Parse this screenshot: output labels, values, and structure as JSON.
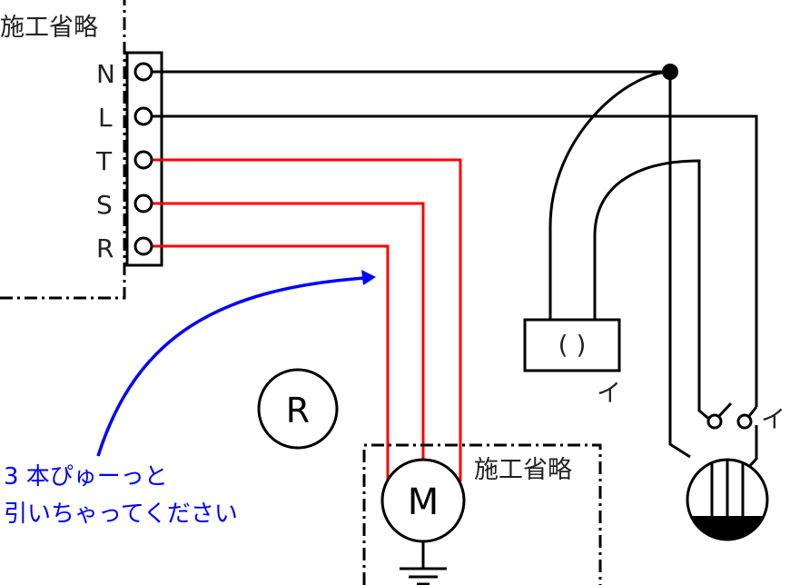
{
  "labels": {
    "omit_top": "施工省略",
    "omit_bottom": "施工省略",
    "terminal_n": "N",
    "terminal_l": "L",
    "terminal_t": "T",
    "terminal_s": "S",
    "terminal_r": "R",
    "box_symbol": "(   )",
    "box_tag": "イ",
    "switch_tag": "イ",
    "relay_symbol": "R",
    "motor_symbol": "M",
    "note_line1": "3 本ぴゅーっと",
    "note_line2": "引いちゃってください"
  },
  "colors": {
    "wire_black": "#000000",
    "wire_red": "#ff0000",
    "annotation_blue": "#0000ff"
  }
}
